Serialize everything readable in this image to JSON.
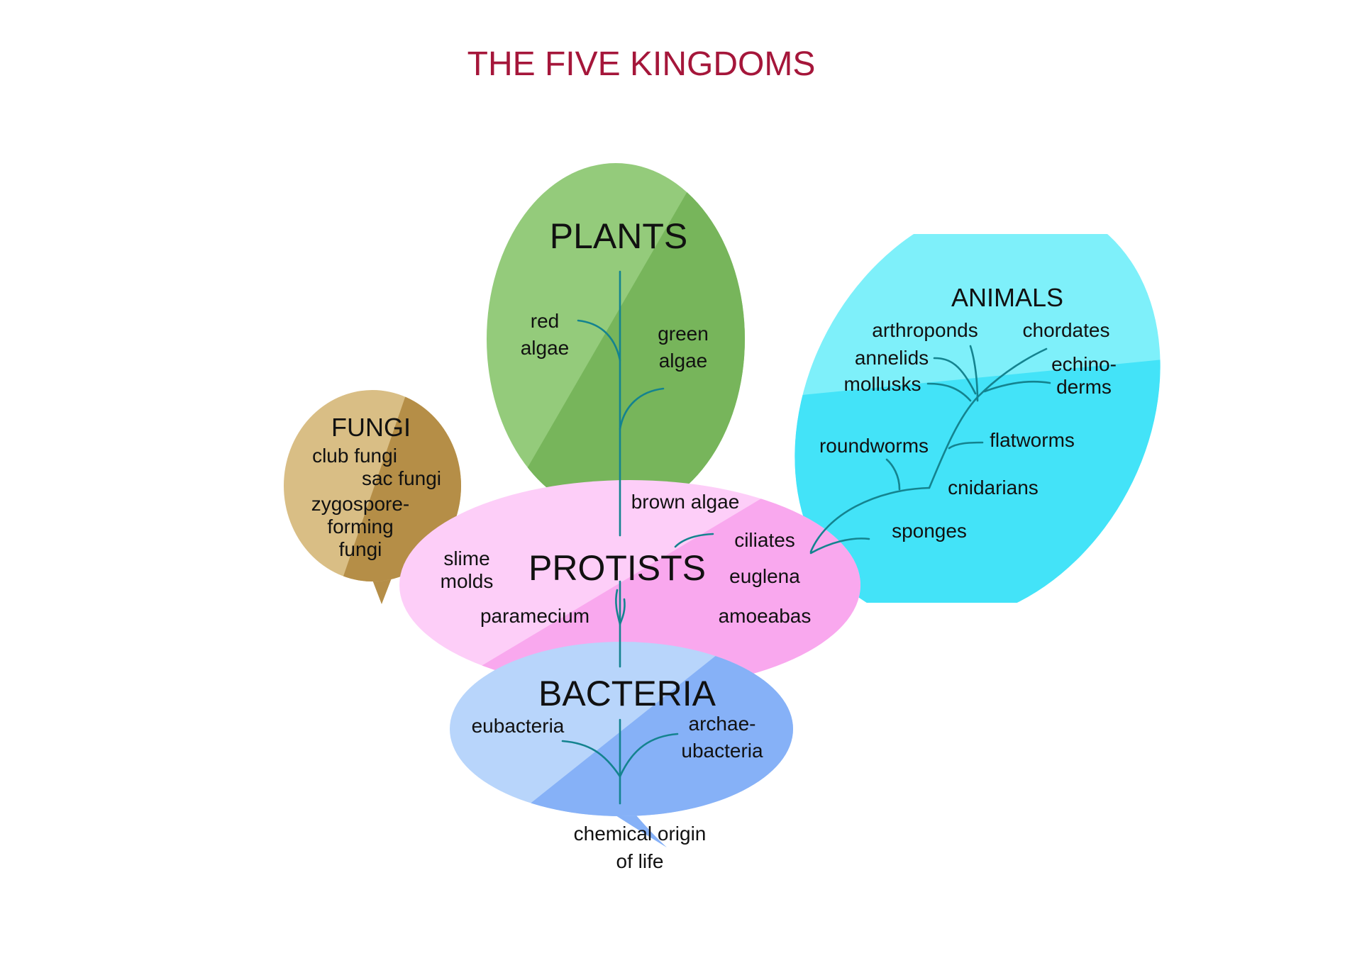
{
  "title": "THE FIVE KINGDOMS",
  "colors": {
    "title": "#a5163a",
    "plants_light": "#94cb7b",
    "plants_dark": "#77b55b",
    "fungi_light": "#d9be85",
    "fungi_dark": "#b58e47",
    "animals_light": "#7ef0fa",
    "animals_dark": "#43e3f8",
    "protists_light": "#fdcef8",
    "protists_dark": "#f9a8ee",
    "bacteria_light": "#b8d5fb",
    "bacteria_dark": "#86b1f7",
    "branches": "#14838f"
  },
  "kingdoms": {
    "plants": {
      "name": "PLANTS",
      "groups": {
        "red_algae": [
          "red",
          "algae"
        ],
        "green_algae": [
          "green",
          "algae"
        ]
      }
    },
    "fungi": {
      "name": "FUNGI",
      "groups": [
        "club fungi",
        "sac fungi",
        "zygospore-",
        "forming",
        "fungi"
      ]
    },
    "animals": {
      "name": "ANIMALS",
      "groups": {
        "arthroponds": "arthroponds",
        "chordates": "chordates",
        "annelids": "annelids",
        "echinoderms": [
          "echino-",
          "derms"
        ],
        "mollusks": "mollusks",
        "roundworms": "roundworms",
        "flatworms": "flatworms",
        "cnidarians": "cnidarians",
        "sponges": "sponges"
      }
    },
    "protists": {
      "name": "PROTISTS",
      "groups": {
        "brown_algae": "brown algae",
        "ciliates": "ciliates",
        "slime_molds": [
          "slime",
          "molds"
        ],
        "euglena": "euglena",
        "paramecium": "paramecium",
        "amoeabas": "amoeabas"
      }
    },
    "bacteria": {
      "name": "BACTERIA",
      "groups": {
        "eubacteria": "eubacteria",
        "archaeubacteria": [
          "archae-",
          "ubacteria"
        ]
      }
    }
  },
  "origin": [
    "chemical origin",
    "of life"
  ]
}
